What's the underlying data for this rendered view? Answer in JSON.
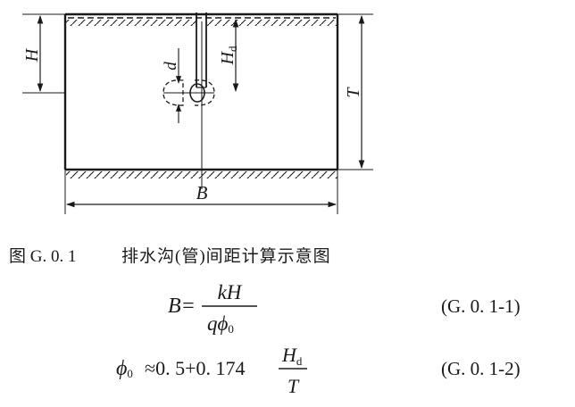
{
  "diagram": {
    "labels": {
      "H": "H",
      "Hd_main": "H",
      "Hd_sub": "d",
      "d": "d",
      "T": "T",
      "B": "B"
    }
  },
  "caption": {
    "number": "图 G. 0. 1",
    "title": "排水沟(管)间距计算示意图"
  },
  "equations": [
    {
      "lhs": "B=",
      "numerator": "kH",
      "denominator": "qϕ",
      "denominator_sub": "0",
      "tag": "(G. 0. 1-1)"
    },
    {
      "lhs_symbol": "ϕ",
      "lhs_sub": "0",
      "expr": "≈0. 5+0. 174",
      "frac_num": "H",
      "frac_num_sub": "d",
      "frac_den": "T",
      "tag": "(G. 0. 1-2)"
    }
  ]
}
